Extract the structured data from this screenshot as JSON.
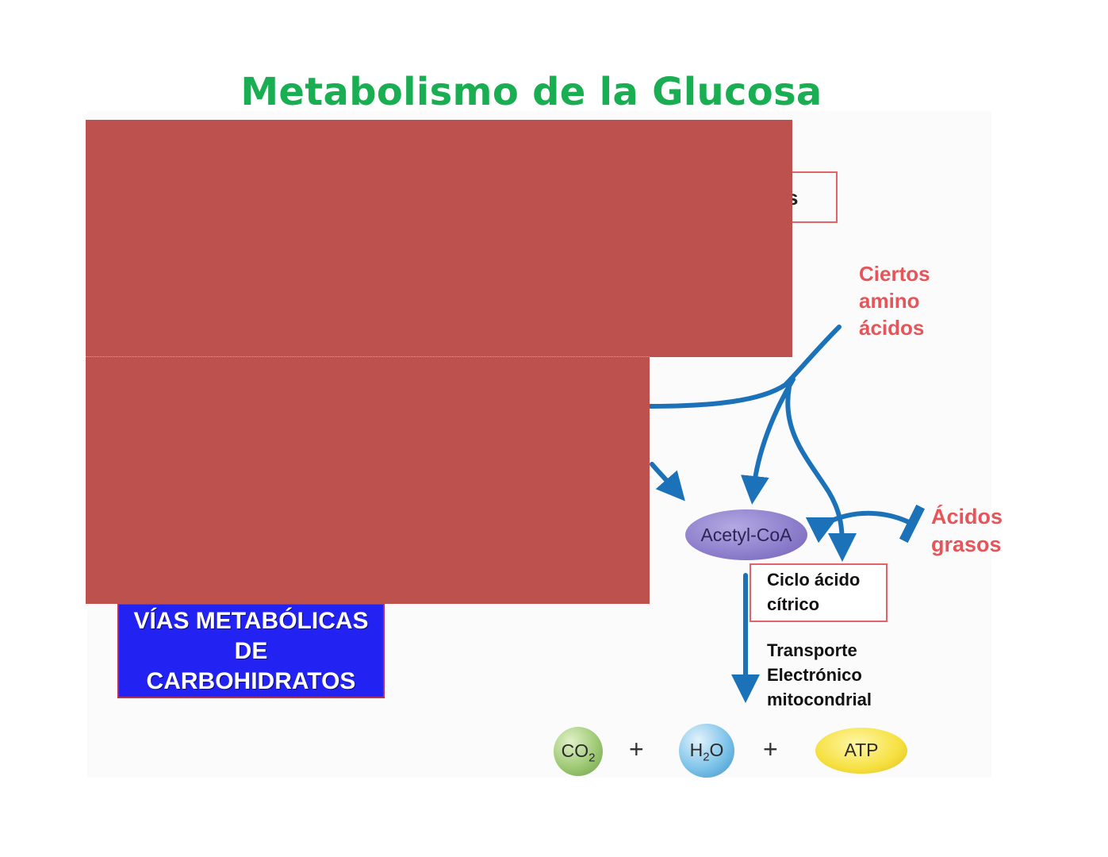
{
  "title": "Metabolismo de la Glucosa",
  "top_box_fragment": "s",
  "amino_acids": [
    "Ciertos",
    "amino",
    "ácidos"
  ],
  "acetyl": "Acetyl-CoA",
  "fatty_acids": [
    "Ácidos",
    "grasos"
  ],
  "citric_cycle": [
    "Ciclo ácido",
    "cítrico"
  ],
  "transport": [
    "Transporte",
    "Electrónico",
    "mitocondrial"
  ],
  "pathways_box": [
    "VÍAS METABÓLICAS",
    "DE",
    "CARBOHIDRATOS"
  ],
  "products": {
    "co2_main": "CO",
    "co2_sub": "2",
    "h2o_h": "H",
    "h2o_sub": "2",
    "h2o_o": "O",
    "plus1": "+",
    "plus2": "+",
    "atp": "ATP"
  },
  "colors": {
    "title": "#1aae52",
    "arrow": "#1b72b8",
    "redaction": "#bd514e",
    "label_red": "#e5555a",
    "pathways_box": "#2222f2"
  }
}
